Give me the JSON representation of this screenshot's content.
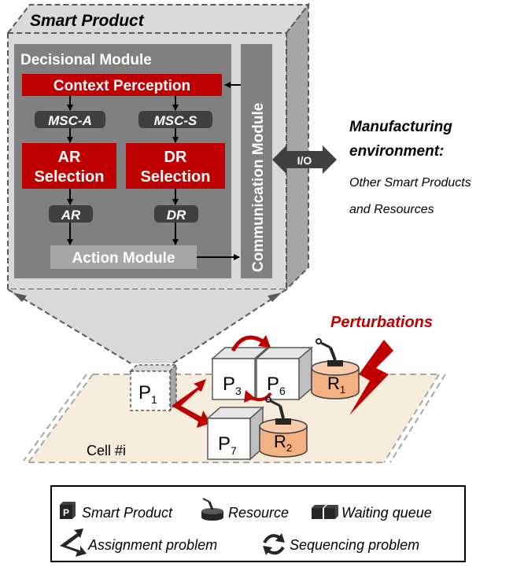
{
  "smart_product": {
    "title": "Smart Product",
    "decisional_module": {
      "title": "Decisional Module",
      "context_perception": "Context Perception",
      "msc_a": "MSC-A",
      "msc_s": "MSC-S",
      "ar_selection_line1": "AR",
      "ar_selection_line2": "Selection",
      "dr_selection_line1": "DR",
      "dr_selection_line2": "Selection",
      "ar": "AR",
      "dr": "DR"
    },
    "action_module": "Action Module",
    "communication_module": "Communication Module",
    "io": "I/O"
  },
  "environment": {
    "title_line1": "Manufacturing",
    "title_line2": "environment:",
    "subtitle_line1": "Other Smart Products",
    "subtitle_line2": "and Resources"
  },
  "cell": {
    "perturbations": "Perturbations",
    "cell_label": "Cell #i",
    "p1": "P",
    "p1_sub": "1",
    "p3": "P",
    "p3_sub": "3",
    "p6": "P",
    "p6_sub": "6",
    "p7": "P",
    "p7_sub": "7",
    "r1": "R",
    "r1_sub": "1",
    "r2": "R",
    "r2_sub": "2"
  },
  "legend": {
    "smart_product_icon": "P",
    "smart_product": "Smart Product",
    "resource": "Resource",
    "waiting_queue": "Waiting queue",
    "assignment_problem": "Assignment problem",
    "sequencing_problem": "Sequencing problem"
  },
  "colors": {
    "red": "#c00000",
    "dark_gray": "#595959",
    "gray": "#a6a6a6",
    "light_gray": "#d9d9d9",
    "orange": "#f4b183",
    "cell_fill": "#f8ecdc"
  }
}
